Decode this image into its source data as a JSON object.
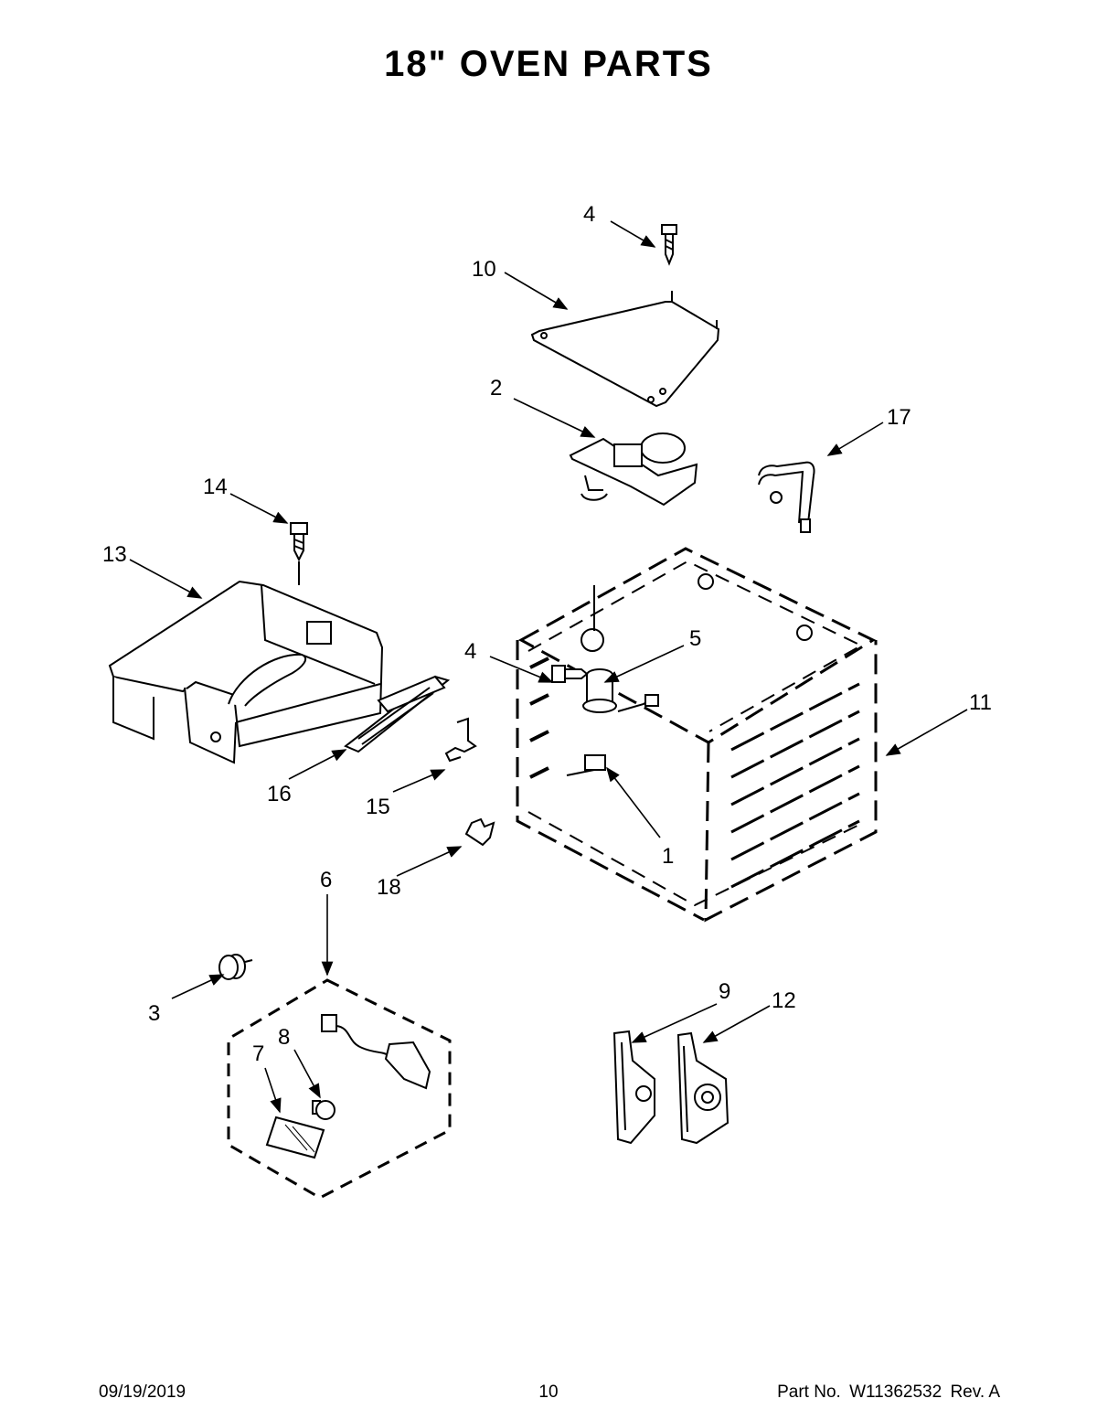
{
  "page_title": "18\" OVEN PARTS",
  "callouts": [
    "1",
    "2",
    "3",
    "4",
    "4",
    "5",
    "6",
    "7",
    "8",
    "9",
    "10",
    "11",
    "12",
    "13",
    "14",
    "15",
    "16",
    "17",
    "18"
  ],
  "footer": {
    "date": "09/19/2019",
    "page_number": "10",
    "part_label": "Part No.",
    "part_number": "W11362532",
    "revision": "Rev. A"
  }
}
